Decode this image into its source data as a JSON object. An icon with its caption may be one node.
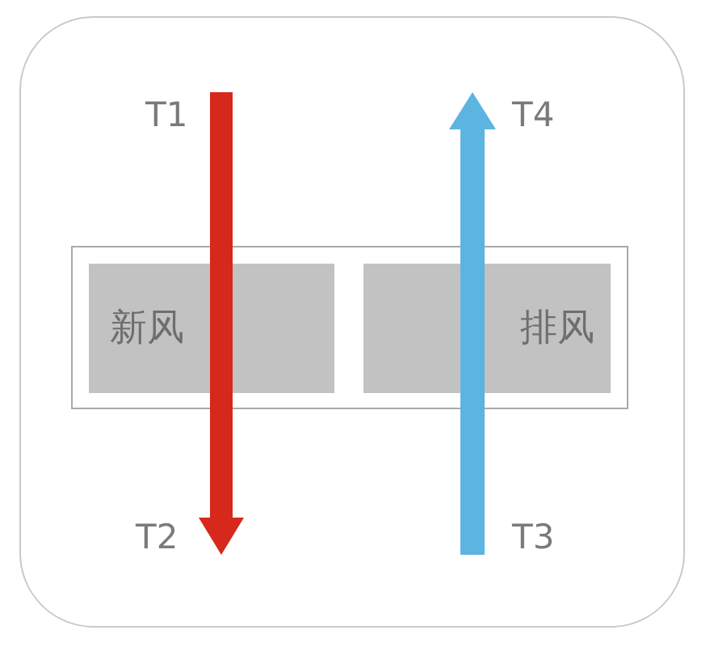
{
  "diagram": {
    "nodes": [
      {
        "text": [],
        "shape": "box"
      },
      {
        "text": [
          "新风"
        ],
        "in": 0
      },
      {
        "text": [
          "排风"
        ],
        "in": 0
      }
    ],
    "labels": [
      "T1",
      "T4",
      "T2",
      "T3"
    ]
  }
}
